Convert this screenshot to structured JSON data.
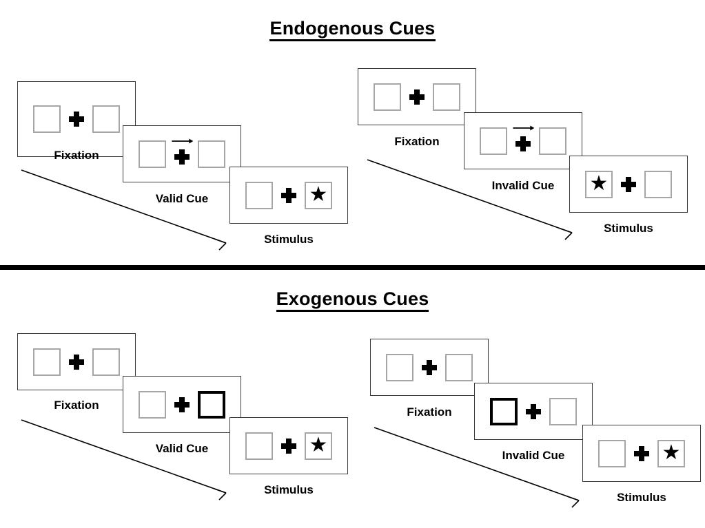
{
  "figure": {
    "divider_color": "#000000",
    "panel_border_color": "#3a3a3a",
    "box_border_color": "#a6a6a6",
    "cued_box_border_color": "#000000",
    "star_glyph": "★"
  },
  "sections": [
    {
      "id": "endogenous",
      "title": "Endogenous Cues",
      "sequences": [
        {
          "id": "endogenous-valid",
          "frames": [
            {
              "id": "fixation",
              "caption": "Fixation",
              "cue_type": "none",
              "left_box": "empty",
              "right_box": "empty"
            },
            {
              "id": "cue",
              "caption": "Valid Cue",
              "cue_type": "arrow",
              "arrow_direction": "right",
              "left_box": "empty",
              "right_box": "empty"
            },
            {
              "id": "stimulus",
              "caption": "Stimulus",
              "cue_type": "none",
              "left_box": "empty",
              "right_box": "star"
            }
          ]
        },
        {
          "id": "endogenous-invalid",
          "frames": [
            {
              "id": "fixation",
              "caption": "Fixation",
              "cue_type": "none",
              "left_box": "empty",
              "right_box": "empty"
            },
            {
              "id": "cue",
              "caption": "Invalid Cue",
              "cue_type": "arrow",
              "arrow_direction": "right",
              "left_box": "empty",
              "right_box": "empty"
            },
            {
              "id": "stimulus",
              "caption": "Stimulus",
              "cue_type": "none",
              "left_box": "star",
              "right_box": "empty"
            }
          ]
        }
      ]
    },
    {
      "id": "exogenous",
      "title": "Exogenous Cues",
      "sequences": [
        {
          "id": "exogenous-valid",
          "frames": [
            {
              "id": "fixation",
              "caption": "Fixation",
              "cue_type": "none",
              "left_box": "empty",
              "right_box": "empty"
            },
            {
              "id": "cue",
              "caption": "Valid Cue",
              "cue_type": "box-highlight",
              "highlight_side": "right",
              "left_box": "empty",
              "right_box": "empty"
            },
            {
              "id": "stimulus",
              "caption": "Stimulus",
              "cue_type": "none",
              "left_box": "empty",
              "right_box": "star"
            }
          ]
        },
        {
          "id": "exogenous-invalid",
          "frames": [
            {
              "id": "fixation",
              "caption": "Fixation",
              "cue_type": "none",
              "left_box": "empty",
              "right_box": "empty"
            },
            {
              "id": "cue",
              "caption": "Invalid Cue",
              "cue_type": "box-highlight",
              "highlight_side": "left",
              "left_box": "empty",
              "right_box": "empty"
            },
            {
              "id": "stimulus",
              "caption": "Stimulus",
              "cue_type": "none",
              "left_box": "empty",
              "right_box": "star"
            }
          ]
        }
      ]
    }
  ]
}
